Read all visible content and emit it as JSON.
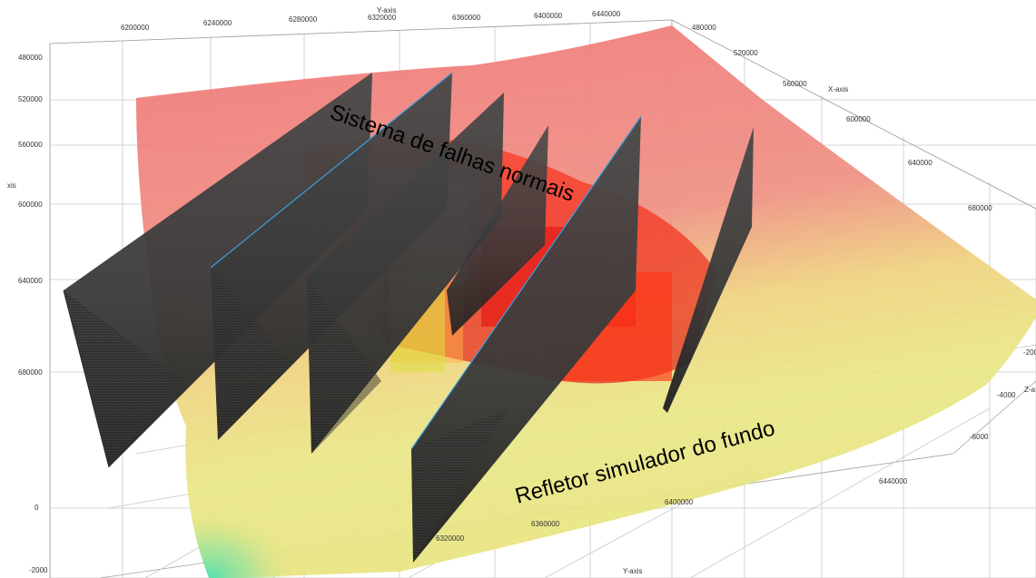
{
  "viewer": {
    "y_axis": {
      "title_top": "Y-axis",
      "title_bottom": "Y-axis",
      "top_ticks": [
        "6200000",
        "6240000",
        "6280000",
        "6320000",
        "6360000",
        "6400000",
        "6440000"
      ],
      "bottom_ticks": [
        "6320000",
        "6360000",
        "6400000",
        "6440000"
      ]
    },
    "x_axis": {
      "title_right": "X-axis",
      "title_left": "xis",
      "right_ticks": [
        "480000",
        "520000",
        "560000",
        "600000",
        "640000",
        "680000"
      ],
      "left_ticks": [
        "480000",
        "520000",
        "560000",
        "600000",
        "640000",
        "680000"
      ]
    },
    "z_axis": {
      "title": "Z-a",
      "right_ticks": [
        "-200",
        "-4000",
        "-6000"
      ],
      "left_ticks": [
        "0",
        "-2000"
      ]
    },
    "annotations": {
      "faults": "Sistema de falhas normais",
      "bsr": "Refletor simulador do fundo"
    },
    "colors": {
      "horizon_high": "#f07070",
      "horizon_mid": "#eedd77",
      "horizon_low": "#66ddaa",
      "fault_fill": "#3a3a3a",
      "fault_edge": "#3aa0e0",
      "grid": "#c8c8c8"
    }
  }
}
